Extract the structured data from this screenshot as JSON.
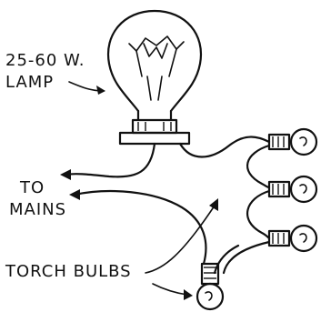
{
  "labels": {
    "lamp_line1": "25-60 W.",
    "lamp_line2": "LAMP",
    "mains_line1": "TO",
    "mains_line2": "MAINS",
    "bulbs": "TORCH BULBS"
  },
  "icons": {
    "lamp": "lamp-icon",
    "torch_bulb": "torch-bulb-icon",
    "arrow": "arrow-icon"
  }
}
